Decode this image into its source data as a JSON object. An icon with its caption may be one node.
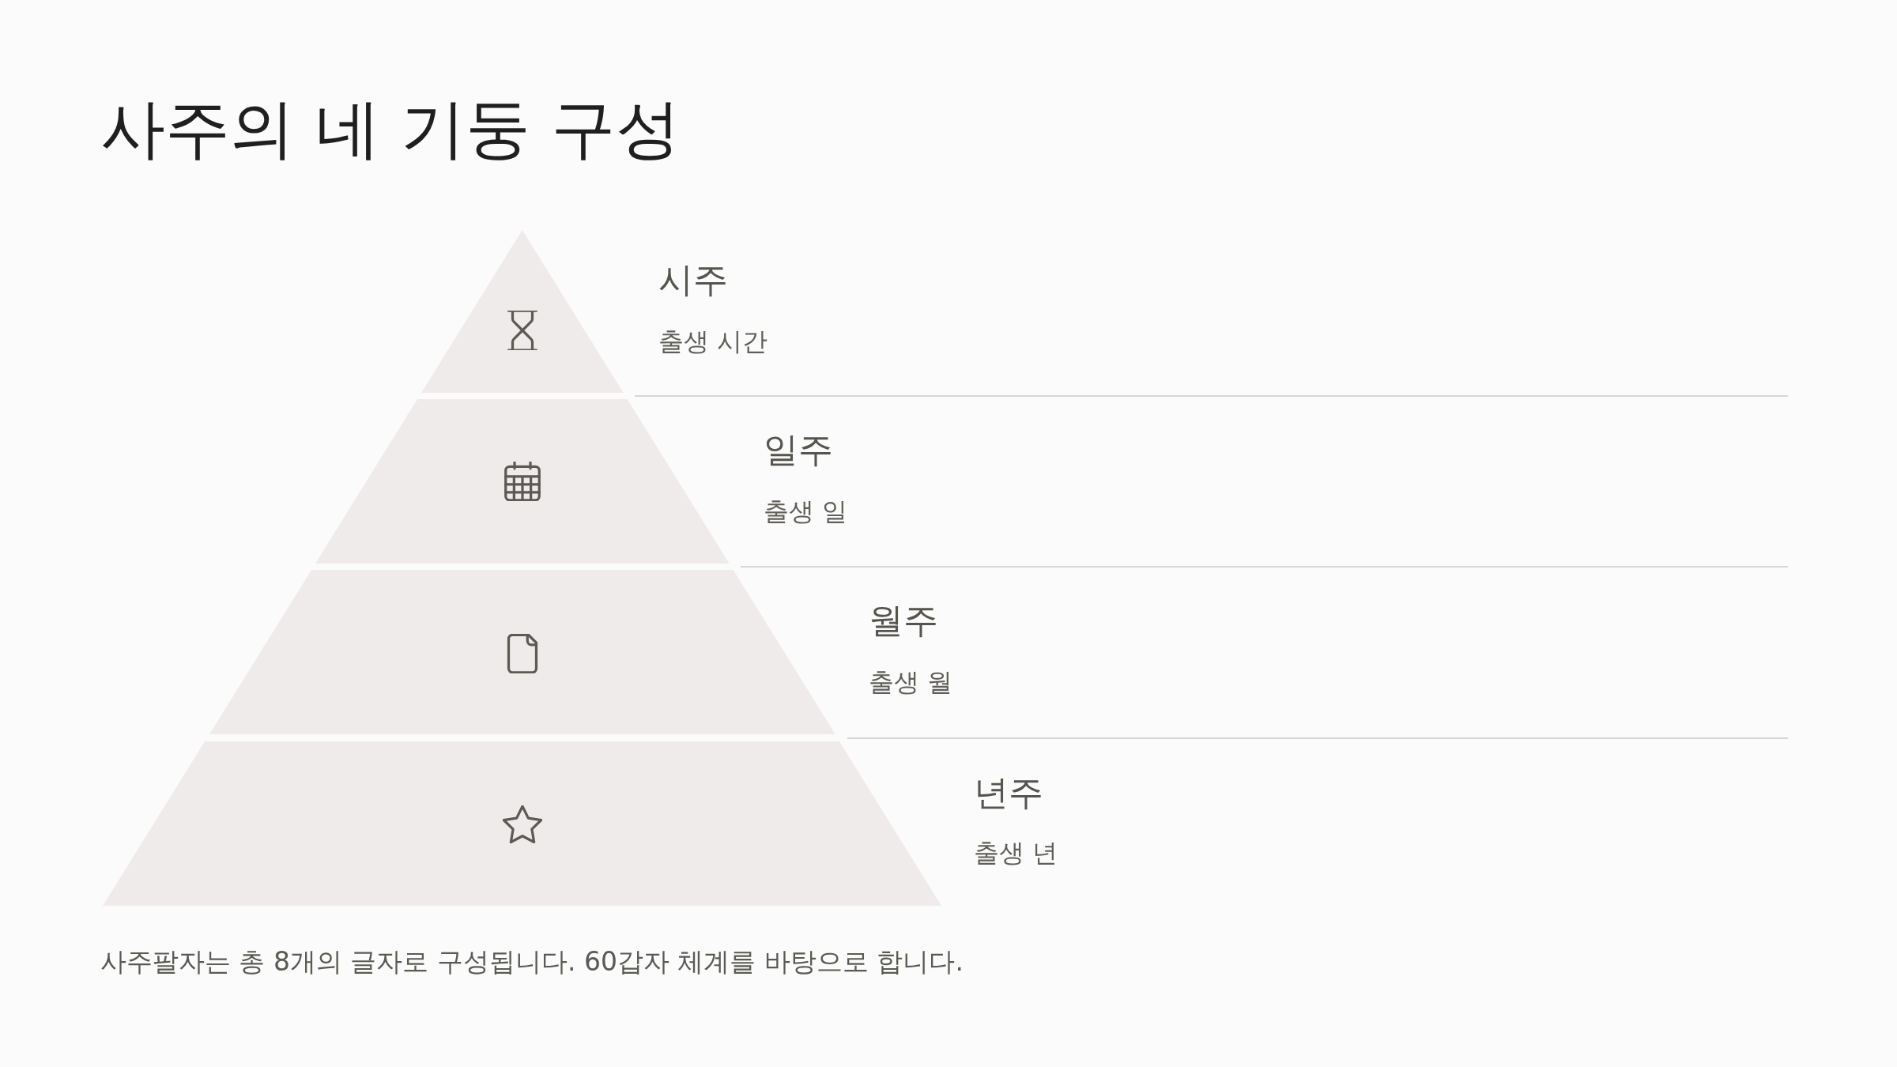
{
  "diagram": {
    "title": "사주의 네 기둥 구성",
    "nodes": [
      {
        "text": [
          "시주",
          "출생 시간"
        ]
      },
      {
        "text": [
          "일주",
          "출생 일"
        ]
      },
      {
        "text": [
          "월주",
          "출생 월"
        ]
      },
      {
        "text": [
          "년주",
          "출생 년"
        ]
      }
    ],
    "caption": "사주팔자는 총 8개의 글자로 구성됩니다. 60갑자 체계를 바탕으로 합니다."
  }
}
